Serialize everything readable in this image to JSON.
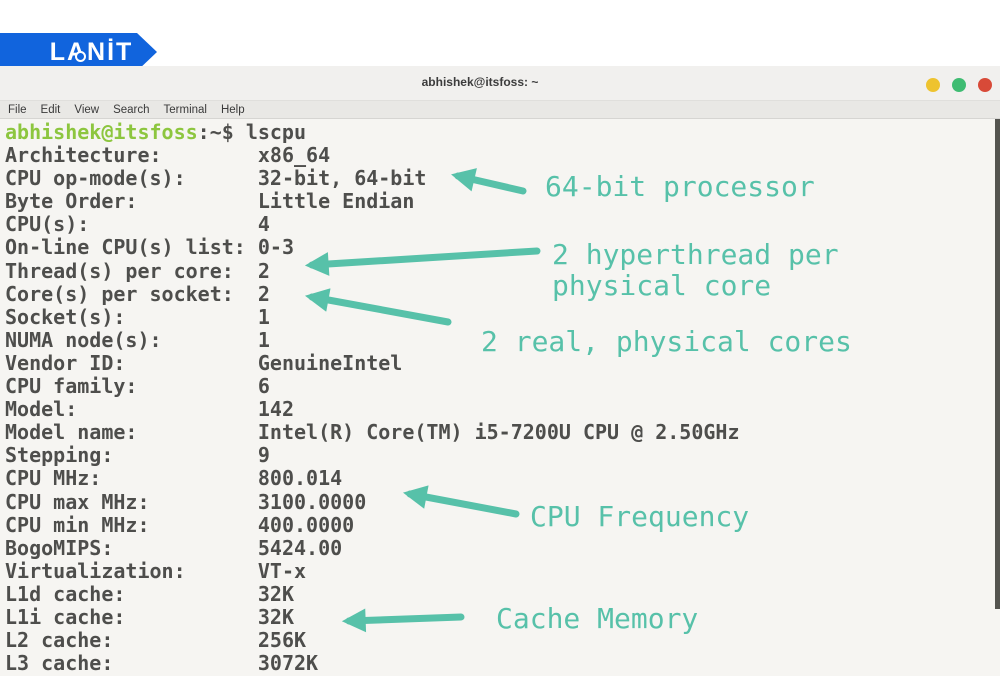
{
  "logo": {
    "text": "LANİT",
    "bg_color": "#1164dd"
  },
  "window": {
    "title": "abhishek@itsfoss: ~",
    "dot_colors": [
      "#eec32f",
      "#3fbc72",
      "#d84a38"
    ],
    "menu": [
      "File",
      "Edit",
      "View",
      "Search",
      "Terminal",
      "Help"
    ]
  },
  "terminal": {
    "prompt": {
      "user": "abhishek@itsfoss",
      "suffix": ":~$",
      "command": "lscpu"
    },
    "colors": {
      "prompt_green": "#8dc63f",
      "text": "#4e4e4c",
      "background": "#f6f5f2"
    },
    "rows": [
      {
        "label": "Architecture:",
        "value": "x86_64"
      },
      {
        "label": "CPU op-mode(s):",
        "value": "32-bit, 64-bit"
      },
      {
        "label": "Byte Order:",
        "value": "Little Endian"
      },
      {
        "label": "CPU(s):",
        "value": "4"
      },
      {
        "label": "On-line CPU(s) list:",
        "value": "0-3"
      },
      {
        "label": "Thread(s) per core:",
        "value": "2"
      },
      {
        "label": "Core(s) per socket:",
        "value": "2"
      },
      {
        "label": "Socket(s):",
        "value": "1"
      },
      {
        "label": "NUMA node(s):",
        "value": "1"
      },
      {
        "label": "Vendor ID:",
        "value": "GenuineIntel"
      },
      {
        "label": "CPU family:",
        "value": "6"
      },
      {
        "label": "Model:",
        "value": "142"
      },
      {
        "label": "Model name:",
        "value": "Intel(R) Core(TM) i5-7200U CPU @ 2.50GHz"
      },
      {
        "label": "Stepping:",
        "value": "9"
      },
      {
        "label": "CPU MHz:",
        "value": "800.014"
      },
      {
        "label": "CPU max MHz:",
        "value": "3100.0000"
      },
      {
        "label": "CPU min MHz:",
        "value": "400.0000"
      },
      {
        "label": "BogoMIPS:",
        "value": "5424.00"
      },
      {
        "label": "Virtualization:",
        "value": "VT-x"
      },
      {
        "label": "L1d cache:",
        "value": "32K"
      },
      {
        "label": "L1i cache:",
        "value": "32K"
      },
      {
        "label": "L2 cache:",
        "value": "256K"
      },
      {
        "label": "L3 cache:",
        "value": "3072K"
      }
    ]
  },
  "annotations": {
    "color": "#57c1a9",
    "items": [
      {
        "text": "64-bit processor"
      },
      {
        "text": "2 hyperthread per physical core"
      },
      {
        "text": "2 real, physical cores"
      },
      {
        "text": "CPU Frequency"
      },
      {
        "text": "Cache Memory"
      }
    ]
  }
}
